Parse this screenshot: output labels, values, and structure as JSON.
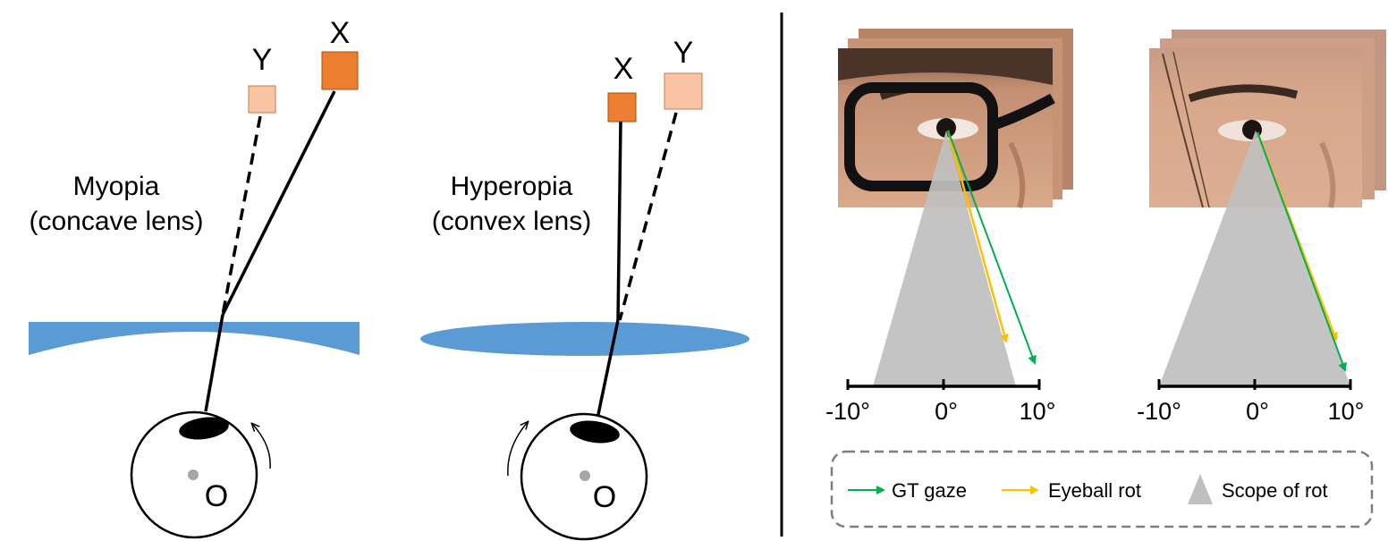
{
  "myopia": {
    "title_line1": "Myopia",
    "title_line2": "(concave lens)",
    "x_label": "X",
    "y_label": "Y",
    "eye_label": "O"
  },
  "hyperopia": {
    "title_line1": "Hyperopia",
    "title_line2": "(convex lens)",
    "x_label": "X",
    "y_label": "Y",
    "eye_label": "O"
  },
  "colors": {
    "lens": "#5b9bd5",
    "target_real": "#ed7d31",
    "target_virtual": "#f8c4a4",
    "gt_gaze": "#00b050",
    "eyeball_rot": "#ffc000",
    "scope": "#c0c0c0"
  },
  "panels": {
    "left_axis_ticks": [
      "-10°",
      "0°",
      "10°"
    ],
    "right_axis_ticks": [
      "-10°",
      "0°",
      "10°"
    ],
    "left_photo": "face-with-glasses",
    "right_photo": "face-without-glasses"
  },
  "legend": {
    "gt_gaze": "GT gaze",
    "eyeball_rot": "Eyeball rot",
    "scope_of_rot": "Scope of rot"
  }
}
